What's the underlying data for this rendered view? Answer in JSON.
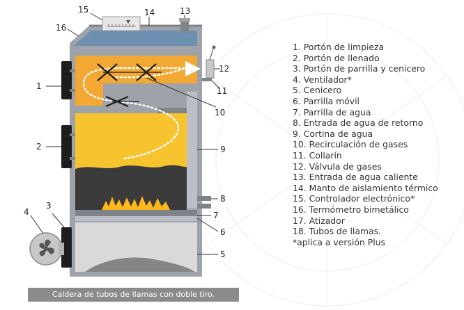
{
  "colors": {
    "steel": "#9ea2a9",
    "steel_light": "#bcc0c6",
    "steel_dark": "#7f838a",
    "top_cap": "#6d8fb0",
    "gas_orange": "#f3a834",
    "chamber_yellow": "#f7c42f",
    "coal": "#3b3b3b",
    "ash_chamber": "#d9d9d9",
    "ash_pile": "#858585",
    "door": "#1e1e1e",
    "flame": "#ffb81c",
    "caption_bg": "#8b8b8b"
  },
  "callouts": [
    {
      "id": "1",
      "label": "1"
    },
    {
      "id": "2",
      "label": "2"
    },
    {
      "id": "3",
      "label": "3"
    },
    {
      "id": "4",
      "label": "4"
    },
    {
      "id": "5",
      "label": "5"
    },
    {
      "id": "6",
      "label": "6"
    },
    {
      "id": "7",
      "label": "7"
    },
    {
      "id": "8",
      "label": "8"
    },
    {
      "id": "9",
      "label": "9"
    },
    {
      "id": "10",
      "label": "10"
    },
    {
      "id": "11",
      "label": "11"
    },
    {
      "id": "12",
      "label": "12"
    },
    {
      "id": "13",
      "label": "13"
    },
    {
      "id": "14",
      "label": "14"
    },
    {
      "id": "15",
      "label": "15"
    },
    {
      "id": "16",
      "label": "16"
    }
  ],
  "legend": [
    "1. Portón de limpieza",
    "2. Portón de llenado",
    "3. Portón de parrilla y cenicero",
    "4. Ventilador*",
    "5. Cenicero",
    "6. Parrilla móvil",
    "7. Parrilla de agua",
    "8. Entrada de agua de retorno",
    "9. Cortina de agua",
    "10. Recirculación de gases",
    "11. Collarín",
    "12. Válvula de gases",
    "13. Entrada de agua caliente",
    "14. Manto de aislamiento térmico",
    "15. Controlador electrónico*",
    "16. Termómetro bimetálico",
    "17. Atizador",
    "18. Tubos de llamas.",
    "*aplica a versión Plus"
  ],
  "caption": "Caldera de tubos de llamas con doble tiro."
}
